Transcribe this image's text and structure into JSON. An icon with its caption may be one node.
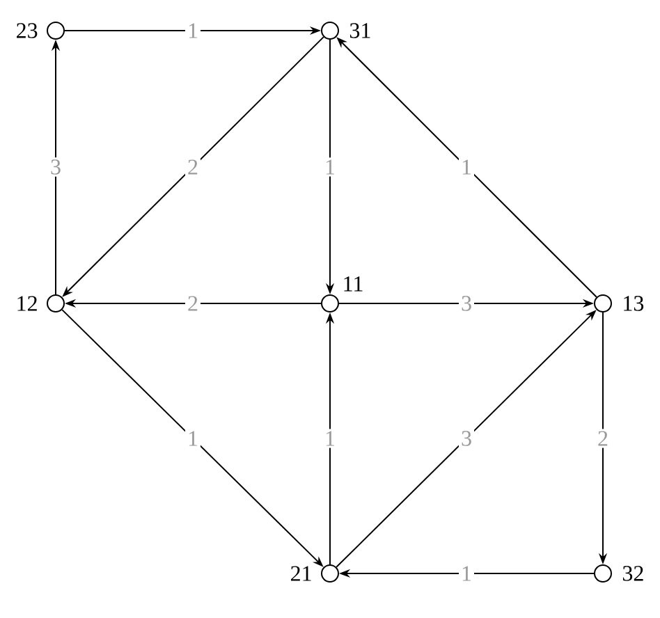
{
  "diagram": {
    "nodes": [
      {
        "text": [],
        "shape": "circle",
        "beside": [
          "23"
        ]
      },
      {
        "text": [],
        "shape": "circle",
        "beside": [
          "31"
        ]
      },
      {
        "text": [],
        "shape": "circle",
        "beside": [
          "12"
        ]
      },
      {
        "text": [],
        "shape": "circle",
        "beside": [
          "11"
        ]
      },
      {
        "text": [],
        "shape": "circle",
        "beside": [
          "13"
        ]
      },
      {
        "text": [],
        "shape": "circle",
        "beside": [
          "21"
        ]
      },
      {
        "text": [],
        "shape": "circle",
        "beside": [
          "32"
        ]
      }
    ],
    "edges": [
      {
        "from": 0,
        "to": 1,
        "arrow": "to",
        "label": "1"
      },
      {
        "from": 2,
        "to": 0,
        "arrow": "to",
        "label": "3"
      },
      {
        "from": 1,
        "to": 2,
        "arrow": "to",
        "label": "2"
      },
      {
        "from": 1,
        "to": 3,
        "arrow": "to",
        "label": "1"
      },
      {
        "from": 4,
        "to": 1,
        "arrow": "to",
        "label": "1"
      },
      {
        "from": 3,
        "to": 2,
        "arrow": "to",
        "label": "2"
      },
      {
        "from": 3,
        "to": 4,
        "arrow": "to",
        "label": "3"
      },
      {
        "from": 2,
        "to": 5,
        "arrow": "to",
        "label": "1"
      },
      {
        "from": 5,
        "to": 3,
        "arrow": "to",
        "label": "1"
      },
      {
        "from": 5,
        "to": 4,
        "arrow": "to",
        "label": "3"
      },
      {
        "from": 4,
        "to": 6,
        "arrow": "to",
        "label": "2"
      },
      {
        "from": 6,
        "to": 5,
        "arrow": "to",
        "label": "1"
      }
    ]
  }
}
